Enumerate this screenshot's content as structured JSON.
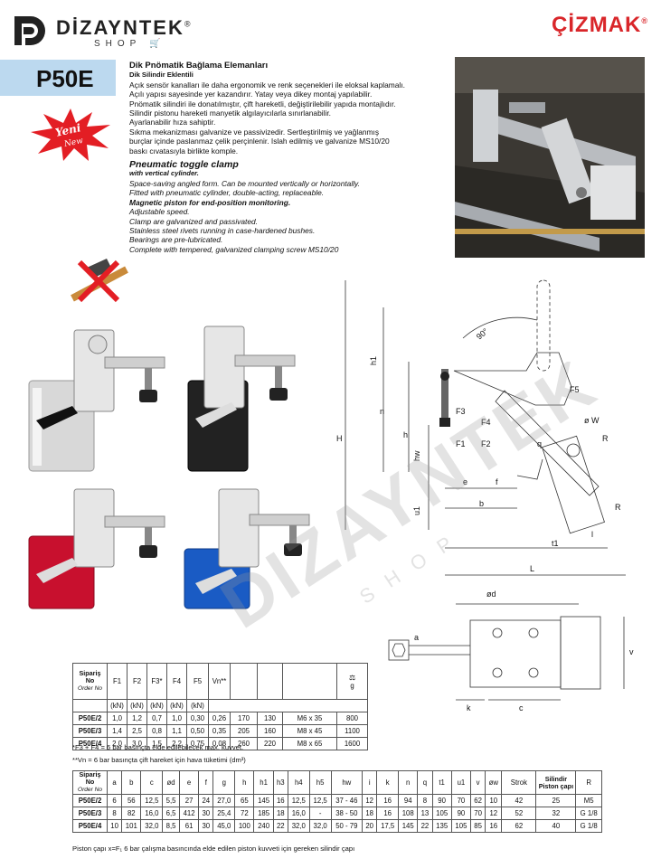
{
  "brand_left": {
    "name": "DİZAYNTEK",
    "mark": "®",
    "sub": "SHOP"
  },
  "brand_right": {
    "name": "ÇİZMAK",
    "mark": "®"
  },
  "model": "P50E",
  "badge": {
    "line1": "Yeni",
    "line2": "New"
  },
  "desc_tr": {
    "title": "Dik Pnömatik Bağlama Elemanları",
    "subtitle": "Dik Silindir Eklentili",
    "lines": [
      "Açık sensör kanalları ile daha ergonomik ve renk seçenekleri ile eloksal kaplamalı.",
      "Açılı yapısı sayesinde yer kazandırır. Yatay veya dikey montaj yapılabilir.",
      "Pnömatik silindiri ile donatılmıştır, çift hareketli, değiştirilebilir yapıda montajlıdır.",
      "Silindir pistonu hareketi manyetik algılayıcılarla sınırlanabilir.",
      "Ayarlanabilir hıza sahiptir.",
      "Sıkma mekanizması galvanize ve passivizedir. Sertleştirilmiş ve yağlanmış",
      "burçlar içinde paslanmaz çelik perçinlenir. Islah edilmiş ve galvanize MS10/20",
      "baskı cıvatasıyla birlikte komple."
    ]
  },
  "desc_en": {
    "title": "Pneumatic toggle clamp",
    "subtitle": "with vertical cylinder.",
    "lines": [
      "Space-saving angled form. Can be mounted vertically or horizontally.",
      "Fitted with pneumatic cylinder, double-acting, replaceable."
    ],
    "bold_line": "Magnetic piston for end-position monitoring.",
    "lines2": [
      "Adjustable speed.",
      "Clamp are galvanized and passivated.",
      "Stainless steel rivets running in case-hardened bushes.",
      "Bearings are pre-lubricated.",
      "Complete with tempered, galvanized clamping screw MS10/20"
    ]
  },
  "drawing_labels": {
    "angle": "90°",
    "h1": "h1",
    "n": "n",
    "h": "h",
    "hw": "hw",
    "H": "H",
    "u1": "u1",
    "F5": "F5",
    "F3": "F3",
    "F4": "F4",
    "F1": "F1",
    "F2": "F2",
    "oW": "ø W",
    "R": "R",
    "q": "q",
    "e": "e",
    "f": "f",
    "b": "b",
    "t1": "t1",
    "L": "L",
    "l": "l",
    "od": "ød",
    "a": "a",
    "k": "k",
    "c": "c",
    "v": "v"
  },
  "watermark": {
    "big": "DIZAYNTEK",
    "small": "SHOP"
  },
  "table1": {
    "col1": "Sipariş No",
    "col1_en": "Order No",
    "heads": [
      "F1",
      "F2",
      "F3*",
      "F4",
      "F5",
      "Vn**",
      "",
      "",
      "",
      ""
    ],
    "unit_label": "g",
    "units": [
      "(kN)",
      "(kN)",
      "(kN)",
      "(kN)",
      "(kN)"
    ],
    "rows": [
      [
        "P50E/2",
        "1,0",
        "1,2",
        "0,7",
        "1,0",
        "0,30",
        "0,26",
        "170",
        "130",
        "M6 x 35",
        "800"
      ],
      [
        "P50E/3",
        "1,4",
        "2,5",
        "0,8",
        "1,1",
        "0,50",
        "0,35",
        "205",
        "160",
        "M8 x 45",
        "1100"
      ],
      [
        "P50E/4",
        "2,0",
        "3,0",
        "1,5",
        "2,2",
        "0,75",
        "0,08",
        "260",
        "220",
        "M8 x 65",
        "1600"
      ]
    ]
  },
  "note1": "*F3 + F4 = 6 bar basınçta elde edilebilecek max. kuvvet.",
  "note2": "**Vn = 6 bar basınçta çift hareket için hava tüketimi (dm³)",
  "table2": {
    "col1": "Sipariş No",
    "col1_en": "Order No",
    "heads": [
      "a",
      "b",
      "c",
      "ød",
      "e",
      "f",
      "g",
      "h",
      "h1",
      "h3",
      "h4",
      "h5",
      "hw",
      "i",
      "k",
      "n",
      "q",
      "t1",
      "u1",
      "v",
      "øw",
      "Strok",
      "Silindir Piston çapı",
      "R"
    ],
    "rows": [
      [
        "P50E/2",
        "6",
        "56",
        "12,5",
        "5,5",
        "27",
        "24",
        "27,0",
        "65",
        "145",
        "16",
        "12,5",
        "12,5",
        "37 - 46",
        "12",
        "16",
        "94",
        "8",
        "90",
        "70",
        "62",
        "10",
        "42",
        "25",
        "M5"
      ],
      [
        "P50E/3",
        "8",
        "82",
        "16,0",
        "6,5",
        "412",
        "30",
        "25,4",
        "72",
        "185",
        "18",
        "16,0",
        "-",
        "38 - 50",
        "18",
        "16",
        "108",
        "13",
        "105",
        "90",
        "70",
        "12",
        "52",
        "32",
        "G 1/8"
      ],
      [
        "P50E/4",
        "10",
        "101",
        "32,0",
        "8,5",
        "61",
        "30",
        "45,0",
        "100",
        "240",
        "22",
        "32,0",
        "32,0",
        "50 - 79",
        "20",
        "17,5",
        "145",
        "22",
        "135",
        "105",
        "85",
        "16",
        "62",
        "40",
        "G 1/8"
      ]
    ]
  },
  "note3": "Piston çapı x=F₁ 6 bar çalışma basıncında elde edilen piston kuvveti için gereken silindir çapı",
  "colors": {
    "accent": "#d9262a",
    "tab": "#bcd9ef",
    "black": "#222222",
    "red": "#c8102e",
    "blue": "#1a5bc4",
    "silver": "#d8d8d8"
  }
}
